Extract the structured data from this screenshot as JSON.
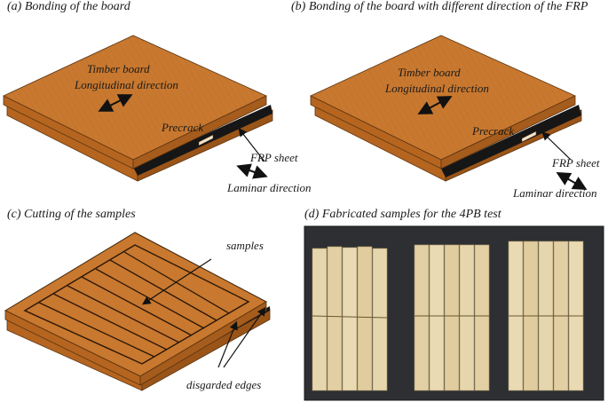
{
  "panels": {
    "a": {
      "title": "(a) Bonding of the board",
      "board_label_1": "Timber board",
      "board_label_2": "Longitudinal direction",
      "precrack": "Precrack",
      "frp": "FRP sheet",
      "laminar": "Laminar direction"
    },
    "b": {
      "title": "(b) Bonding of the board with different direction of the FRP",
      "board_label_1": "Timber board",
      "board_label_2": "Longitudinal direction",
      "precrack": "Precrack",
      "frp": "FRP sheet",
      "laminar": "Laminar direction"
    },
    "c": {
      "title": "(c) Cutting of the samples",
      "samples": "samples",
      "edges": "disgarded edges"
    },
    "d": {
      "title": "(d) Fabricated samples for the 4PB test"
    }
  },
  "colors": {
    "wood_top": "#c8782f",
    "wood_side": "#b5651f",
    "wood_edge": "#7a4a1e",
    "frp": "#161616",
    "photo_bg": "#2d2f33",
    "specimen": "#e3d2a8"
  }
}
